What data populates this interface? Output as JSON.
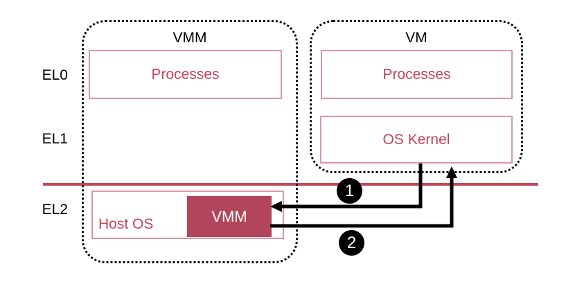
{
  "diagram": {
    "el_labels": {
      "el0": "EL0",
      "el1": "EL1",
      "el2": "EL2"
    },
    "vmm_group": {
      "title": "VMM",
      "processes_label": "Processes",
      "host_os_label": "Host OS",
      "vmm_box_label": "VMM"
    },
    "vm_group": {
      "title": "VM",
      "processes_label": "Processes",
      "os_kernel_label": "OS Kernel"
    },
    "badges": {
      "step1": "1",
      "step2": "2"
    },
    "arrows": [
      {
        "id": "1",
        "from": "OS Kernel",
        "to": "VMM"
      },
      {
        "id": "2",
        "from": "VMM",
        "to": "VM"
      }
    ],
    "colors": {
      "accent_text": "#c4455c",
      "box_border": "#dc96a3",
      "filled_box_bg": "#b3455a",
      "divider_line": "#c4485c",
      "dotted_border": "#0a0a0a",
      "arrow": "#000000",
      "badge_bg": "#000000",
      "badge_text": "#ffffff"
    }
  }
}
